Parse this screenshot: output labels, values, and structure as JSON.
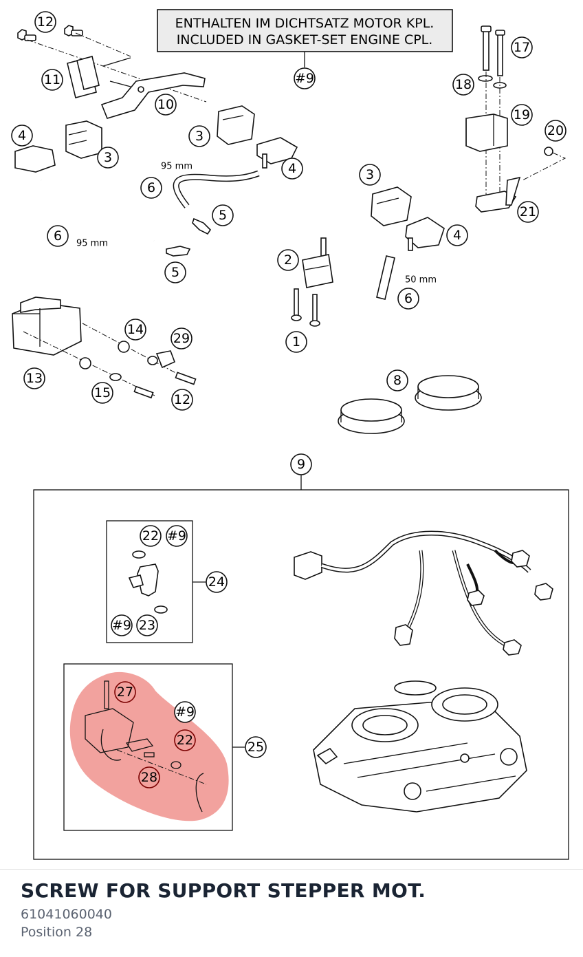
{
  "diagram": {
    "note_line1": "ENTHALTEN IM DICHTSATZ MOTOR KPL.",
    "note_line2": "INCLUDED IN GASKET-SET ENGINE CPL.",
    "dim_95_a": "95 mm",
    "dim_95_b": "95 mm",
    "dim_50": "50 mm",
    "callouts": {
      "c12a": "12",
      "c11": "11",
      "c10": "10",
      "n9a": "#9",
      "c17": "17",
      "c18": "18",
      "c19": "19",
      "c20": "20",
      "c21": "21",
      "c4a": "4",
      "c3a": "3",
      "c3b": "3",
      "c4b": "4",
      "c6a": "6",
      "c5a": "5",
      "c6b": "6",
      "c5b": "5",
      "c3c": "3",
      "c4c": "4",
      "c2": "2",
      "c6c": "6",
      "c1": "1",
      "c14": "14",
      "c29": "29",
      "c13": "13",
      "c15": "15",
      "c12b": "12",
      "c8": "8",
      "c9": "9",
      "c22a": "22",
      "n9b": "#9",
      "c24": "24",
      "n9c": "#9",
      "c23": "23",
      "c27": "27",
      "n9d": "#9",
      "c22b": "22",
      "c28": "28",
      "c25": "25"
    },
    "highlight_color": "#e8564f"
  },
  "caption": {
    "title": "SCREW FOR SUPPORT STEPPER MOT.",
    "part_number": "61041060040",
    "position": "Position 28"
  }
}
